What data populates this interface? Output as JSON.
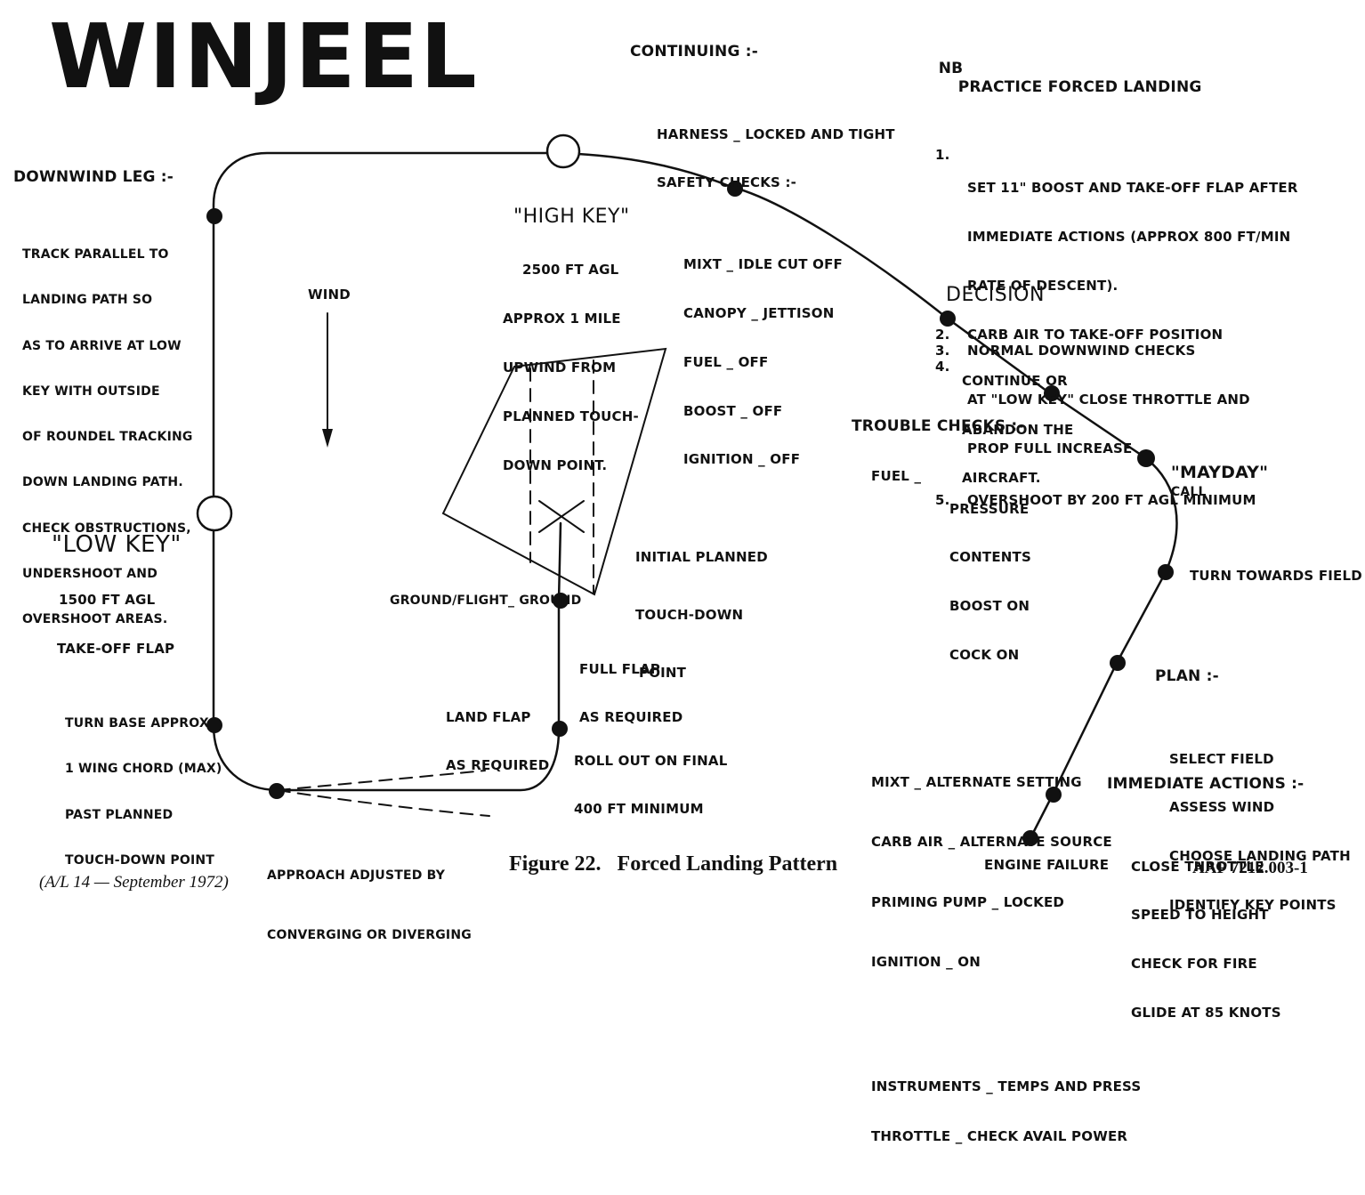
{
  "title": "WINJEEL",
  "continuing": {
    "heading": "CONTINUING :-",
    "lines": [
      "HARNESS _ LOCKED AND TIGHT",
      "SAFETY CHECKS :-"
    ],
    "safety_lines": [
      "MIXT _ IDLE CUT OFF",
      "CANOPY _ JETTISON",
      "FUEL _ OFF",
      "BOOST _ OFF",
      "IGNITION _ OFF"
    ]
  },
  "nb": {
    "label": "NB",
    "heading": "PRACTICE FORCED LANDING",
    "items": [
      {
        "num": "1.",
        "lines": [
          "SET 11\" BOOST AND TAKE-OFF FLAP AFTER",
          "IMMEDIATE ACTIONS (APPROX 800 FT/MIN",
          "RATE OF DESCENT)."
        ]
      },
      {
        "num": "2.",
        "lines": [
          "CARB AIR TO TAKE-OFF POSITION"
        ]
      },
      {
        "num": "3.",
        "lines": [
          "NORMAL DOWNWIND CHECKS"
        ]
      },
      {
        "num": "4.",
        "lines": [
          "AT \"LOW KEY\" CLOSE THROTTLE AND",
          "PROP FULL INCREASE"
        ]
      },
      {
        "num": "5.",
        "lines": [
          "OVERSHOOT BY 200 FT AGL MINIMUM"
        ]
      }
    ]
  },
  "downwind": {
    "heading": "DOWNWIND LEG :-",
    "lines": [
      "TRACK PARALLEL TO",
      "LANDING PATH SO",
      "AS TO ARRIVE AT LOW",
      "KEY WITH OUTSIDE",
      "OF ROUNDEL TRACKING",
      "DOWN LANDING PATH.",
      "CHECK OBSTRUCTIONS,",
      "UNDERSHOOT AND",
      "OVERSHOOT AREAS."
    ]
  },
  "high_key": {
    "heading": "\"HIGH KEY\"",
    "lines": [
      "2500 FT AGL",
      "APPROX 1 MILE",
      "UPWIND FROM",
      "PLANNED TOUCH-",
      "DOWN POINT."
    ]
  },
  "wind_label": "WIND",
  "decision": {
    "heading": "DECISION",
    "lines": [
      "CONTINUE OR",
      "ABANDON THE",
      "AIRCRAFT."
    ]
  },
  "trouble": {
    "heading": "TROUBLE CHECKS :-",
    "fuel_label": "FUEL _",
    "fuel_lines": [
      "PRESSURE",
      "CONTENTS",
      "BOOST ON",
      "COCK ON"
    ],
    "lines": [
      "MIXT _ ALTERNATE SETTING",
      "CARB AIR _ ALTERNATE SOURCE",
      "PRIMING PUMP _ LOCKED",
      "IGNITION _ ON",
      "INSTRUMENTS _ TEMPS AND PRESS",
      "THROTTLE _ CHECK AVAIL POWER"
    ]
  },
  "mayday": {
    "main": "\"MAYDAY\"",
    "suffix": "CALL"
  },
  "low_key": {
    "heading": "\"LOW KEY\"",
    "lines": [
      "1500 FT AGL",
      "TAKE-OFF FLAP"
    ]
  },
  "initial_touchdown": {
    "lines": [
      "INITIAL PLANNED",
      "TOUCH-DOWN",
      "POINT"
    ]
  },
  "ground_flight": "GROUND/FLIGHT_ GROUND",
  "turn_towards": "TURN TOWARDS FIELD",
  "plan": {
    "heading": "PLAN :-",
    "lines": [
      "SELECT FIELD",
      "ASSESS WIND",
      "CHOOSE LANDING PATH",
      "IDENTIFY KEY POINTS"
    ]
  },
  "full_flap": {
    "lines": [
      "FULL FLAP",
      "AS REQUIRED"
    ]
  },
  "land_flap": {
    "lines": [
      "LAND FLAP",
      "AS REQUIRED"
    ]
  },
  "turn_base": {
    "lines": [
      "TURN BASE APPROX",
      "1 WING CHORD (MAX)",
      "PAST PLANNED",
      "TOUCH-DOWN POINT"
    ]
  },
  "roll_out": {
    "lines": [
      "ROLL OUT ON FINAL",
      "400 FT MINIMUM"
    ]
  },
  "immediate": {
    "heading": "IMMEDIATE ACTIONS :-",
    "lines": [
      "CLOSE THROTTLE",
      "SPEED TO HEIGHT",
      "CHECK FOR FIRE",
      "GLIDE AT 85 KNOTS"
    ]
  },
  "approach": {
    "lines": [
      "APPROACH ADJUSTED BY",
      "CONVERGING OR DIVERGING"
    ]
  },
  "engine_failure": "ENGINE FAILURE",
  "caption": "Figure 22.   Forced Landing Pattern",
  "footer": "(A/L 14 — September 1972)",
  "doc_ref": "AAP 7212.003-1",
  "colors": {
    "ink": "#111111",
    "background": "#ffffff"
  }
}
